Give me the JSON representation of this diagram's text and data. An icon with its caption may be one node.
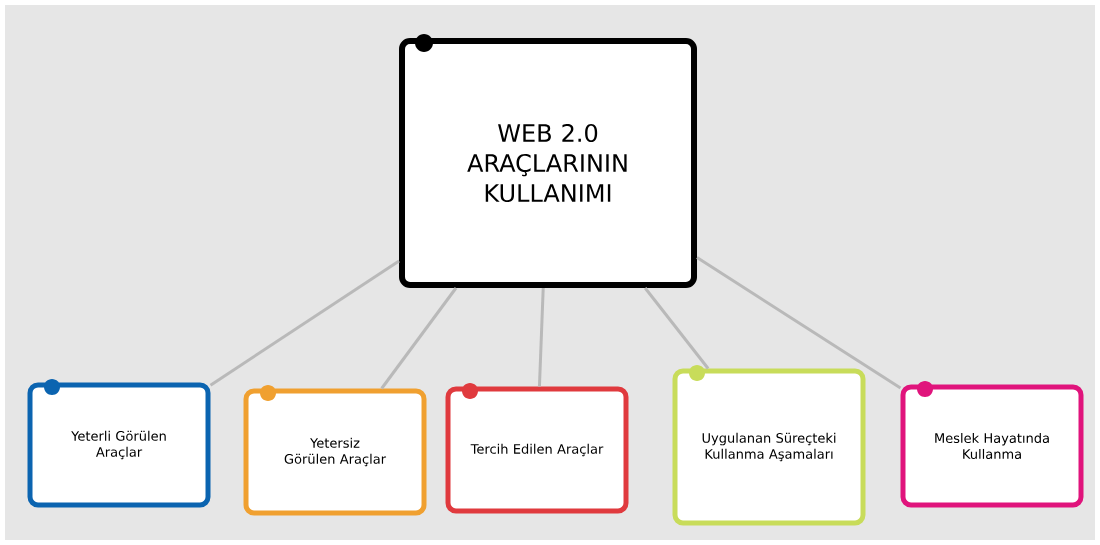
{
  "diagram": {
    "nodes": [
      {
        "text": [
          "WEB 2.0 ARAÇLARININ KULLANIMI"
        ]
      },
      {
        "text": [
          "Yeterli Görülen Araçlar"
        ]
      },
      {
        "text": [
          "Yetersiz Görülen Araçlar"
        ]
      },
      {
        "text": [
          "Tercih Edilen Araçlar"
        ]
      },
      {
        "text": [
          "Uygulanan Süreçteki Kullanma Aşamaları"
        ]
      },
      {
        "text": [
          "Meslek Hayatında Kullanma"
        ]
      }
    ],
    "edges": [
      {
        "from": 0,
        "to": 1,
        "arrow": "none"
      },
      {
        "from": 0,
        "to": 2,
        "arrow": "none"
      },
      {
        "from": 0,
        "to": 3,
        "arrow": "none"
      },
      {
        "from": 0,
        "to": 4,
        "arrow": "none"
      },
      {
        "from": 0,
        "to": 5,
        "arrow": "none"
      }
    ]
  }
}
